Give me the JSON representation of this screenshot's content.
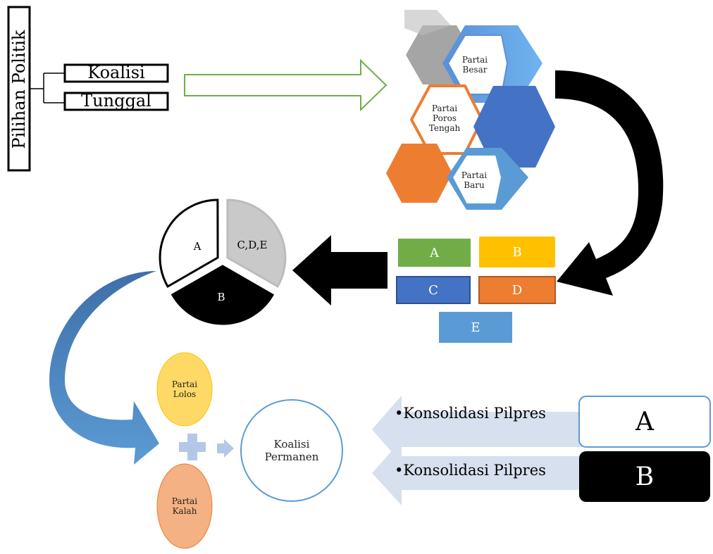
{
  "choice": {
    "title": "Pilihan Politik",
    "options": [
      "Koalisi",
      "Tunggal"
    ]
  },
  "parties": {
    "besar": "Partai Besar",
    "poros_tengah": "Partai Poros Tengah",
    "baru": "Partai Baru"
  },
  "blocks": [
    "A",
    "B",
    "C",
    "D",
    "E"
  ],
  "pie": {
    "slices": [
      {
        "label": "A",
        "fraction": 0.333,
        "color": "#ffffff"
      },
      {
        "label": "C,D,E",
        "fraction": 0.333,
        "color": "#c9c9c9"
      },
      {
        "label": "B",
        "fraction": 0.334,
        "color": "#000000"
      }
    ]
  },
  "ovals": {
    "lolos": "Partai Lolos",
    "kalah": "Partai Kalah"
  },
  "result": "Koalisi Permanen",
  "consolidation": [
    {
      "text": "•Konsolidasi Pilpres",
      "box": "A"
    },
    {
      "text": "•Konsolidasi Pilpres",
      "box": "B"
    }
  ],
  "colors": {
    "green": "#70ad47",
    "yellow": "#ffc000",
    "blue": "#4472c4",
    "orange": "#ed7d31",
    "lightblue": "#5b9bd5",
    "gray": "#a5a5a5",
    "paleblue": "#d6e0ee"
  }
}
